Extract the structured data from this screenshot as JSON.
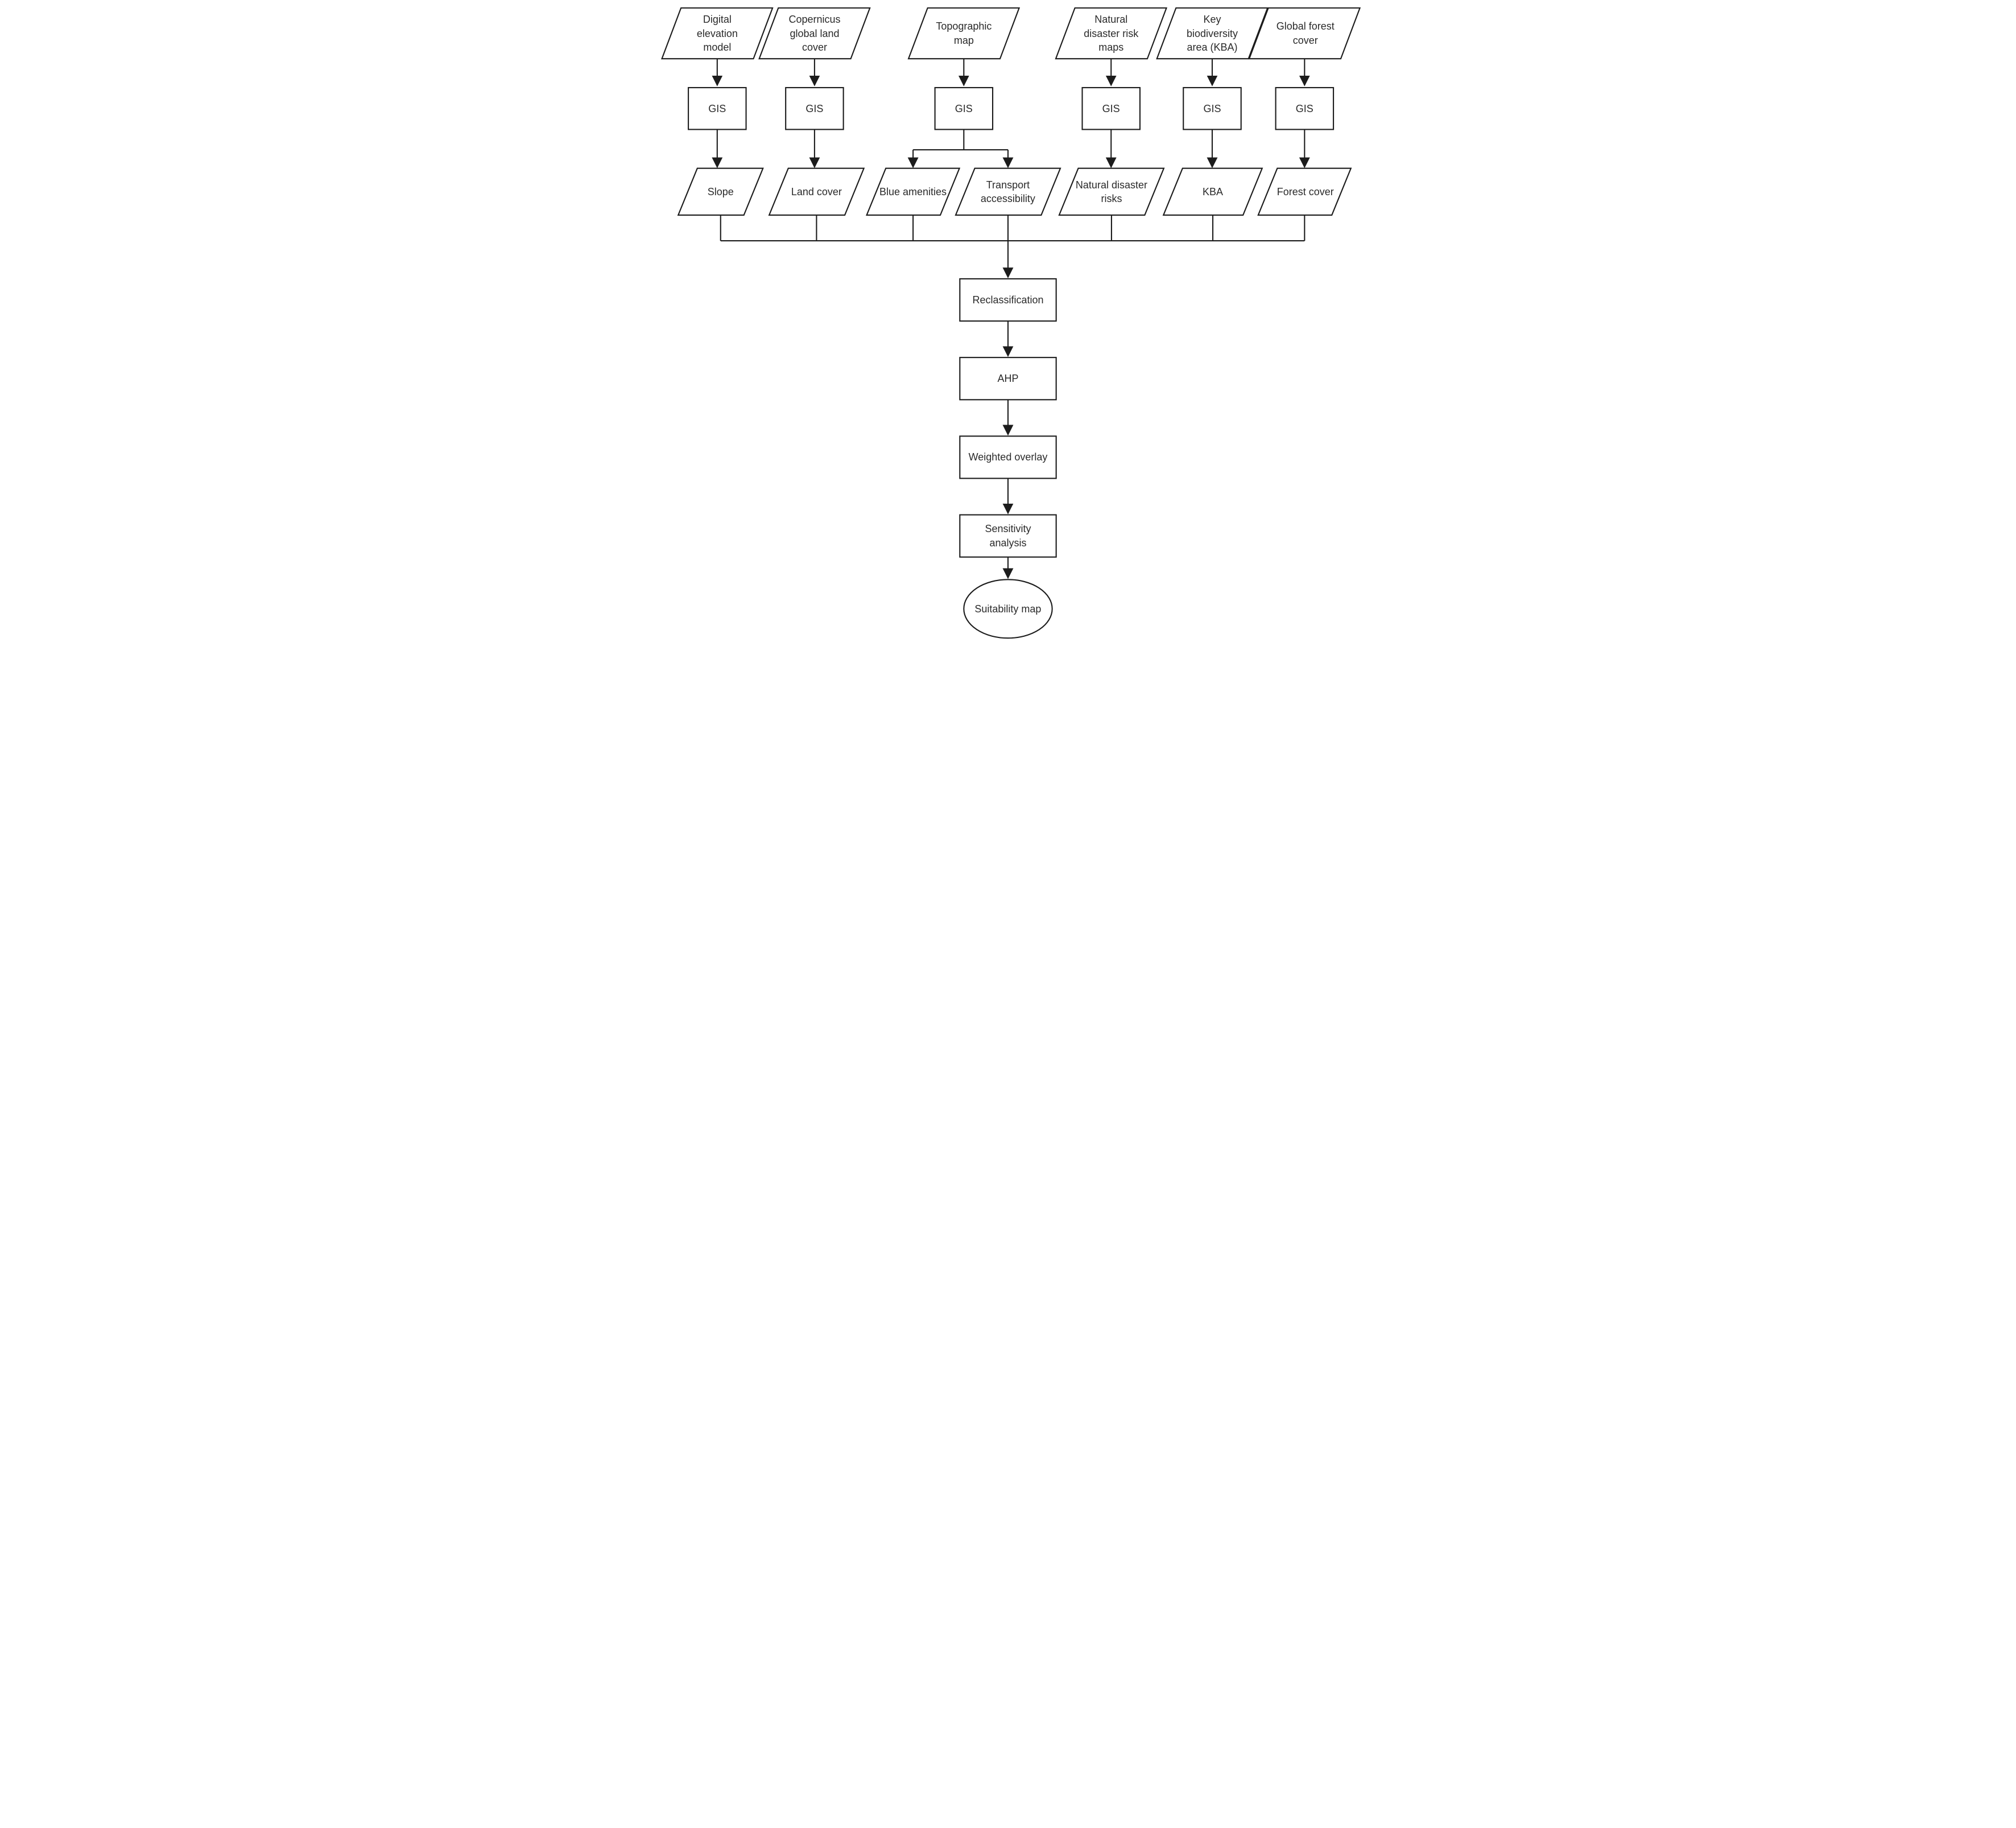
{
  "palette": {
    "line": "#1c1c1c",
    "text": "#2a2a2a",
    "node_fill": "#ffffff",
    "page_bg": "#ffffff"
  },
  "source_inputs": [
    "Digital\nelevation\nmodel",
    "Copernicus\nglobal land\ncover",
    "Topographic\nmap",
    "Natural\ndisaster risk\nmaps",
    "Key\nbiodiversity\narea (KBA)",
    "Global forest\ncover"
  ],
  "gis_steps": [
    "GIS",
    "GIS",
    "GIS",
    "GIS",
    "GIS",
    "GIS"
  ],
  "criteria_layers": [
    "Slope",
    "Land cover",
    "Blue amenities",
    "Transport\naccessibility",
    "Natural disaster\nrisks",
    "KBA",
    "Forest cover"
  ],
  "analysis_steps": [
    "Reclassification",
    "AHP",
    "Weighted overlay",
    "Sensitivity\nanalysis"
  ],
  "final_output": "Suitability map"
}
